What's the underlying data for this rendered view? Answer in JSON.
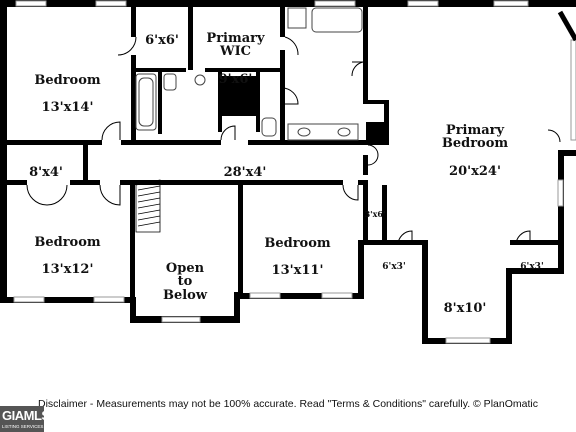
{
  "rooms": {
    "bedroom_nw": {
      "name": "Bedroom",
      "size": "13'x14'"
    },
    "closet_top": {
      "size": "6'x6'"
    },
    "primary_wic": {
      "name": "Primary\nWIC",
      "size": "9'x6'"
    },
    "primary_bedroom": {
      "name": "Primary\nBedroom",
      "size": "20'x24'"
    },
    "closet_left": {
      "size": "8'x4'"
    },
    "hallway": {
      "size": "28'x4'"
    },
    "bedroom_sw": {
      "name": "Bedroom",
      "size": "13'x12'"
    },
    "open_to_below": {
      "name": "Open\nto\nBelow"
    },
    "bedroom_s": {
      "name": "Bedroom",
      "size": "13'x11'"
    },
    "closet_small": {
      "size": "3'x6'"
    },
    "closet_6x3_left": {
      "size": "6'x3'"
    },
    "closet_6x3_right": {
      "size": "6'x3'"
    },
    "alcove": {
      "size": "8'x10'"
    }
  },
  "disclaimer": "Disclaimer - Measurements may not be 100% accurate. Read \"Terms & Conditions\" carefully. © PlanOmatic",
  "logo": {
    "text": "GIAMLS",
    "tagline": "LISTING SERVICES"
  },
  "colors": {
    "wall": "#000000",
    "window": "#9a9a9a",
    "fixture": "#444444"
  }
}
